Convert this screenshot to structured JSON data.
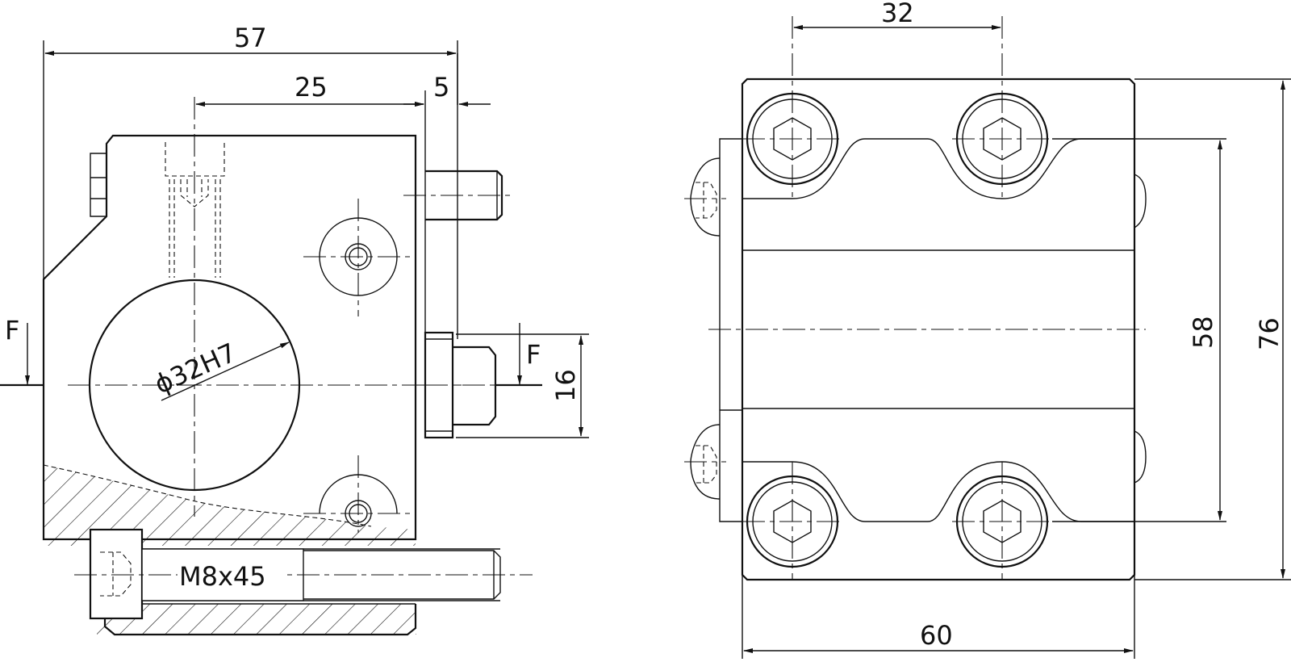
{
  "left_view": {
    "dim_overall_width": "57",
    "dim_hole_to_face": "25",
    "dim_face_offset": "5",
    "dim_bore": "ϕ32H7",
    "dim_stud": "16",
    "force_left": "F",
    "force_right": "F",
    "screw_label": "M8x45"
  },
  "right_view": {
    "dim_bolt_pitch": "32",
    "dim_bolt_span": "58",
    "dim_overall_height": "76",
    "dim_overall_width": "60"
  }
}
